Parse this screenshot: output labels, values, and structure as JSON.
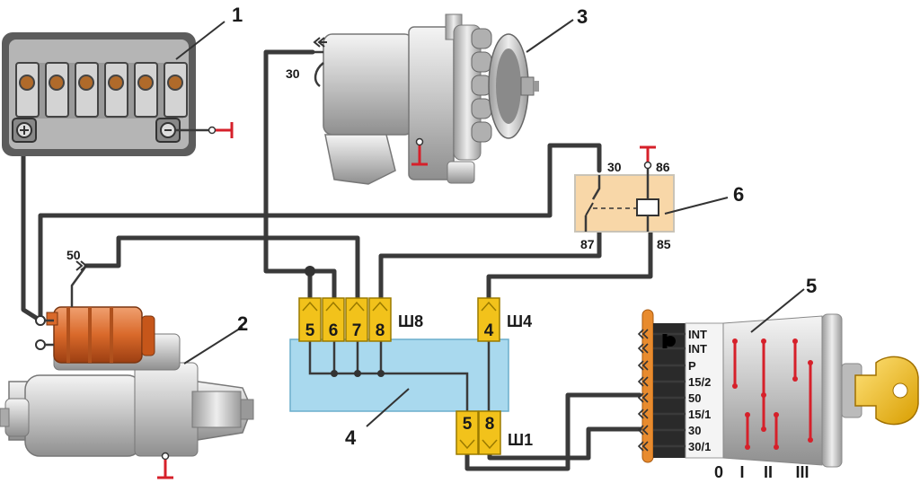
{
  "callouts": {
    "battery": "1",
    "starter": "2",
    "alternator": "3",
    "mount_block": "4",
    "ignition_switch": "5",
    "relay": "6"
  },
  "alternator": {
    "terminal": "30"
  },
  "starter": {
    "terminal": "50"
  },
  "relay": {
    "pin_30": "30",
    "pin_86": "86",
    "pin_87": "87",
    "pin_85": "85"
  },
  "connectors": {
    "sh8": {
      "label": "Ш8",
      "pins": [
        "5",
        "6",
        "7",
        "8"
      ]
    },
    "sh4": {
      "label": "Ш4",
      "pins": [
        "4"
      ]
    },
    "sh1": {
      "label": "Ш1",
      "pins": [
        "5",
        "8"
      ]
    }
  },
  "ignition_switch": {
    "terminals": [
      "INT",
      "INT",
      "P",
      "15/2",
      "50",
      "15/1",
      "30",
      "30/1"
    ],
    "positions": [
      "0",
      "I",
      "II",
      "III"
    ]
  },
  "colors": {
    "wire": "#3a3a3a",
    "connector": "#f2c21b",
    "block": "#a9d9ee",
    "relay": "#f8d7a8",
    "solenoid": "#d9692a",
    "ground": "#d6202a",
    "key": "#f2c21b"
  }
}
